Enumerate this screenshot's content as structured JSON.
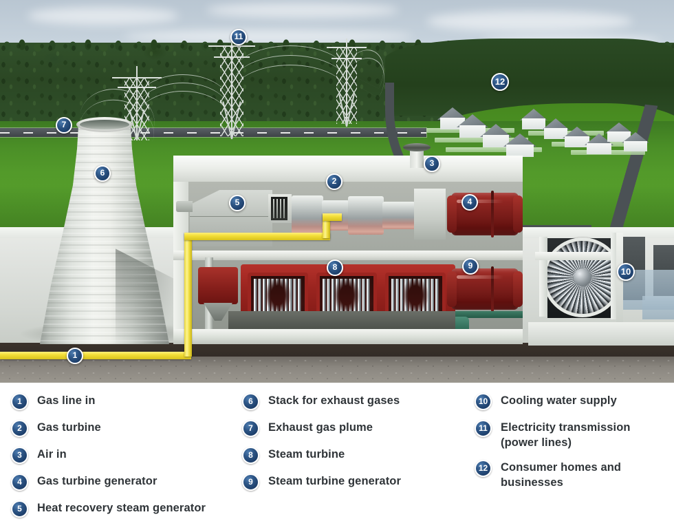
{
  "title": "Combined cycle gas turbine power plant cutaway diagram",
  "accent_color": "#1e406c",
  "legend": {
    "columns": [
      {
        "items": [
          {
            "number": "1",
            "label": "Gas line in"
          },
          {
            "number": "2",
            "label": "Gas turbine"
          },
          {
            "number": "3",
            "label": "Air in"
          },
          {
            "number": "4",
            "label": "Gas turbine generator"
          },
          {
            "number": "5",
            "label": "Heat recovery steam generator"
          }
        ]
      },
      {
        "items": [
          {
            "number": "6",
            "label": "Stack for exhaust gases"
          },
          {
            "number": "7",
            "label": "Exhaust gas plume"
          },
          {
            "number": "8",
            "label": "Steam turbine"
          },
          {
            "number": "9",
            "label": "Steam turbine generator"
          }
        ]
      },
      {
        "items": [
          {
            "number": "10",
            "label": "Cooling water supply"
          },
          {
            "number": "11",
            "label": "Electricity transmission (power lines)"
          },
          {
            "number": "12",
            "label": "Consumer homes and businesses"
          }
        ]
      }
    ]
  },
  "callouts": [
    {
      "number": "1",
      "name": "gas-line-in"
    },
    {
      "number": "2",
      "name": "gas-turbine"
    },
    {
      "number": "3",
      "name": "air-in"
    },
    {
      "number": "4",
      "name": "gas-turbine-generator"
    },
    {
      "number": "5",
      "name": "heat-recovery-steam-generator"
    },
    {
      "number": "6",
      "name": "stack-for-exhaust-gases"
    },
    {
      "number": "7",
      "name": "exhaust-gas-plume"
    },
    {
      "number": "8",
      "name": "steam-turbine"
    },
    {
      "number": "9",
      "name": "steam-turbine-generator"
    },
    {
      "number": "10",
      "name": "cooling-water-supply"
    },
    {
      "number": "11",
      "name": "electricity-transmission"
    },
    {
      "number": "12",
      "name": "consumer-homes-and-businesses"
    }
  ],
  "scene": {
    "sky_color": "#c6d2dc",
    "forest_color": "#2b4724",
    "grass_color": "#57a02c",
    "concrete_color": "#dfe2de",
    "gas_pipe_color": "#f3de38",
    "machine_red": "#8f2521",
    "condenser_green": "#2f6a56",
    "water_color": "#b0c4d1"
  }
}
